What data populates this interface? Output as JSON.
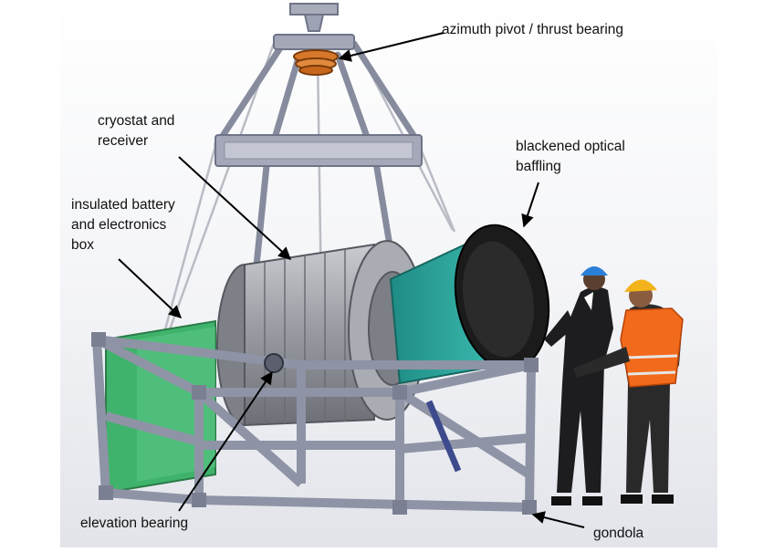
{
  "labels": {
    "azimuth": "azimuth pivot / thrust bearing",
    "cryostat_line1": "cryostat and",
    "cryostat_line2": "receiver",
    "baffling_line1": "blackened optical",
    "baffling_line2": "baffling",
    "battery_line1": "insulated battery",
    "battery_line2": "and electronics",
    "battery_line3": "box",
    "elevation": "elevation bearing",
    "gondola": "gondola"
  },
  "colors": {
    "frame": "#9ea3b4",
    "frame_dark": "#6f7488",
    "cryostat": "#9a9da3",
    "baffle_teal": "#2fa89e",
    "baffle_black": "#1b1b1b",
    "battery_box": "#3fb36b",
    "thrust_bearing": "#d7772a",
    "vest": "#f26a1b",
    "helmet_blue": "#2b7fd6",
    "helmet_yellow": "#f2b31b"
  }
}
